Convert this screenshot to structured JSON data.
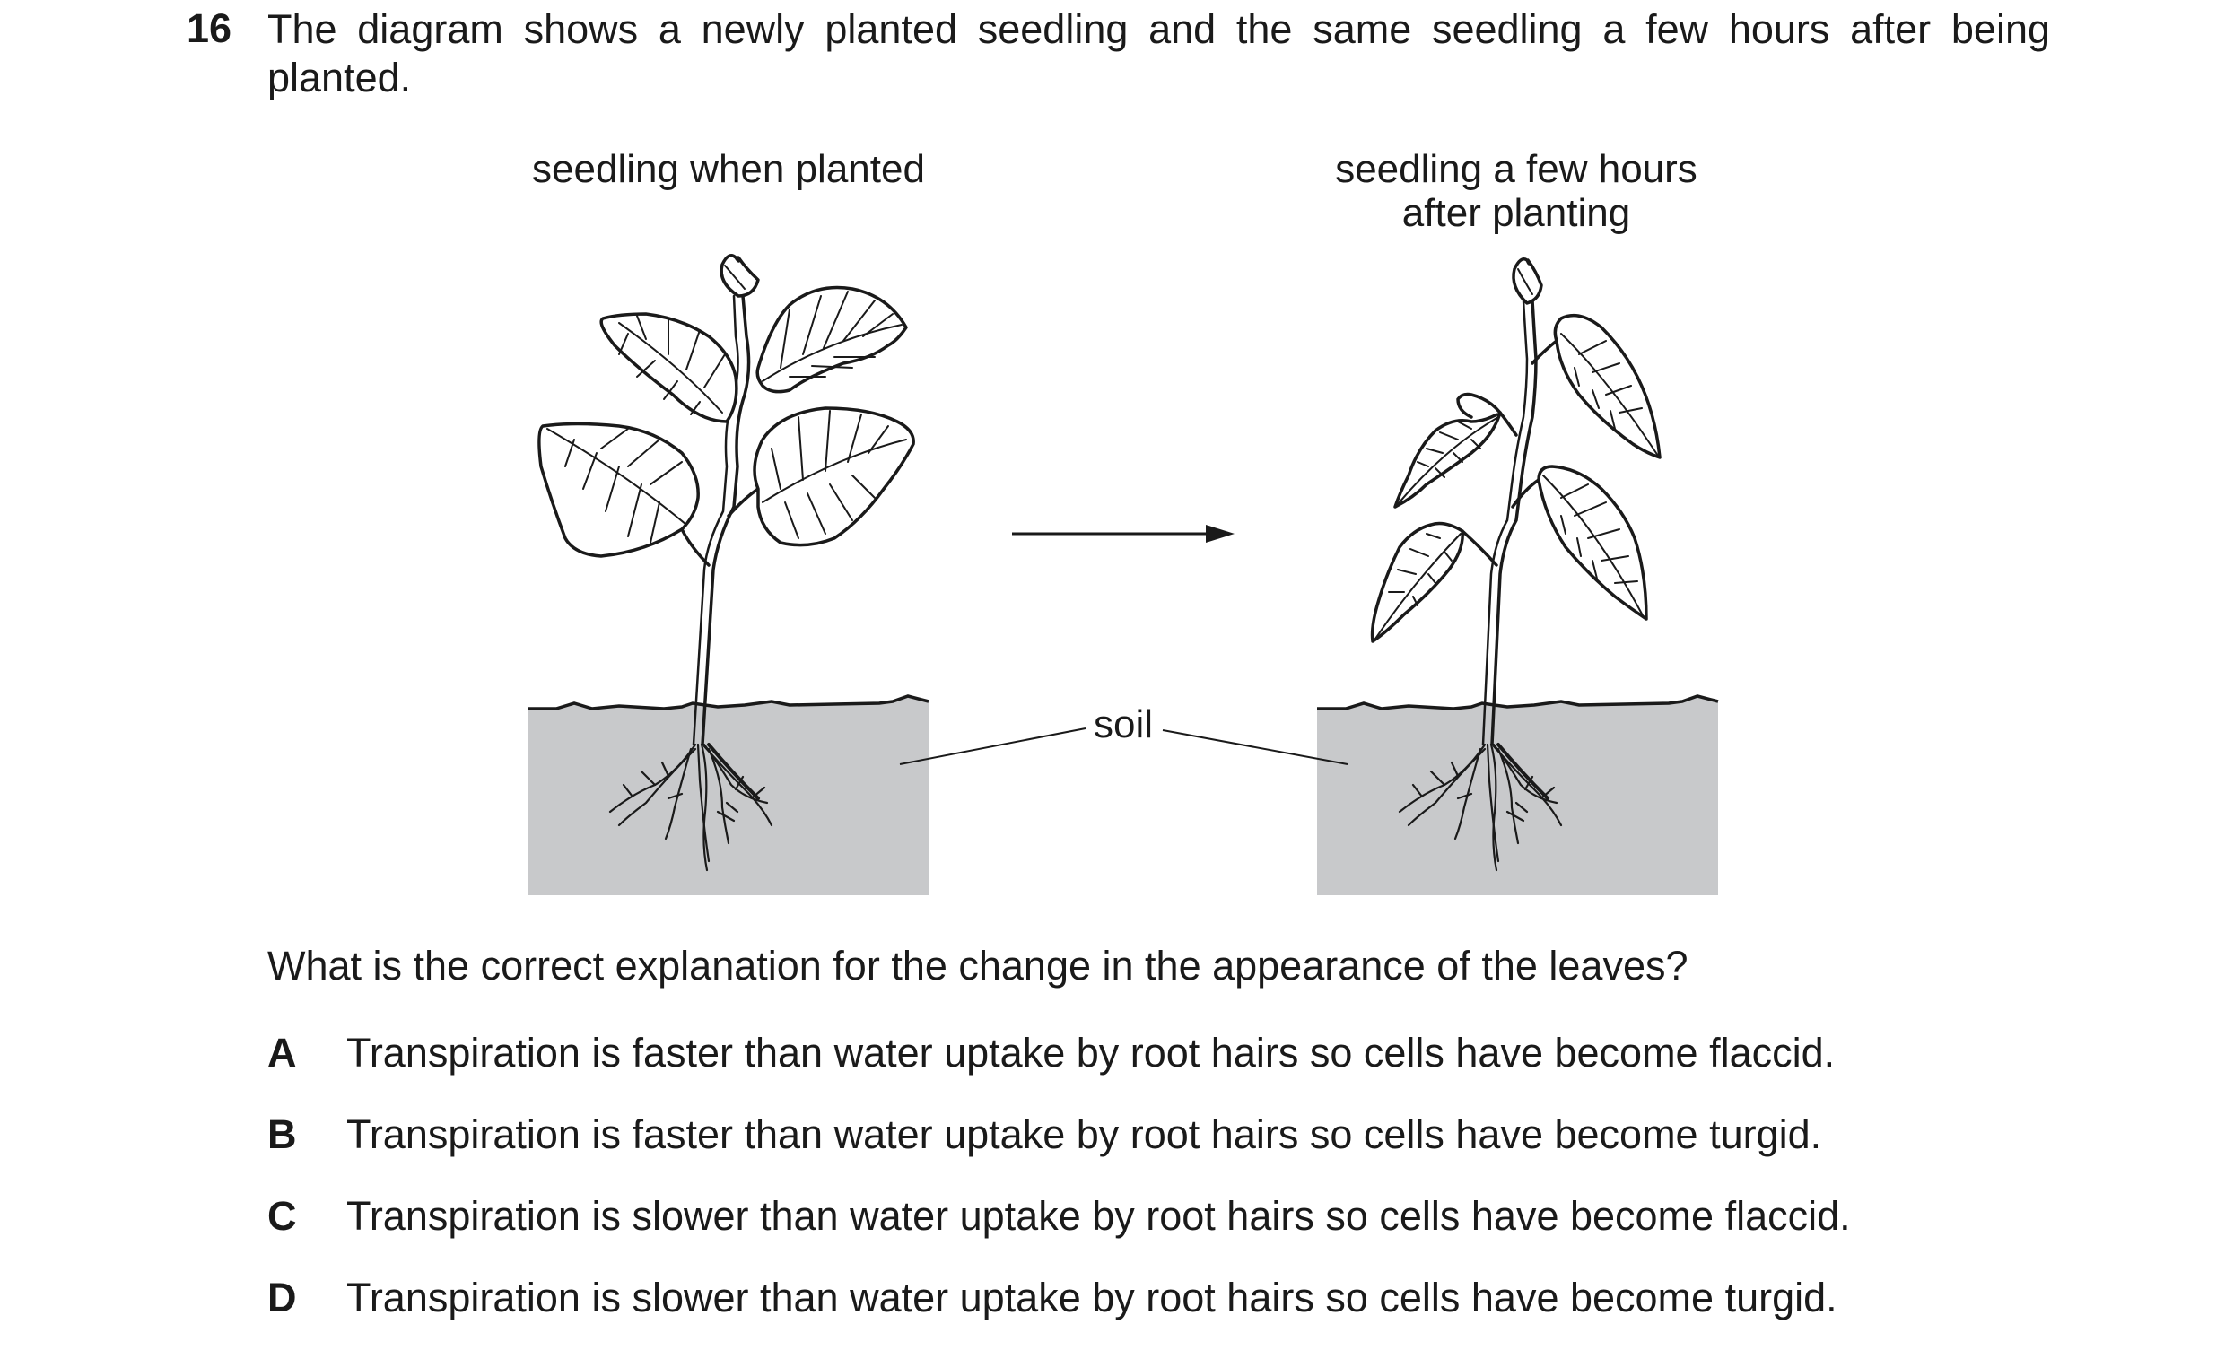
{
  "question": {
    "number": "16",
    "stem": "The diagram shows a newly planted seedling and the same seedling a few hours after being planted.",
    "prompt": "What is the correct explanation for the change in the appearance of the leaves?"
  },
  "diagram": {
    "label_left": "seedling when planted",
    "label_right_line1": "seedling a few hours",
    "label_right_line2": "after planting",
    "label_soil": "soil"
  },
  "options": [
    {
      "letter": "A",
      "text": "Transpiration is faster than water uptake by root hairs so cells have become flaccid."
    },
    {
      "letter": "B",
      "text": "Transpiration is faster than water uptake by root hairs so cells have become turgid."
    },
    {
      "letter": "C",
      "text": "Transpiration is slower than water uptake by root hairs so cells have become flaccid."
    },
    {
      "letter": "D",
      "text": "Transpiration is slower than water uptake by root hairs so cells have become turgid."
    }
  ]
}
